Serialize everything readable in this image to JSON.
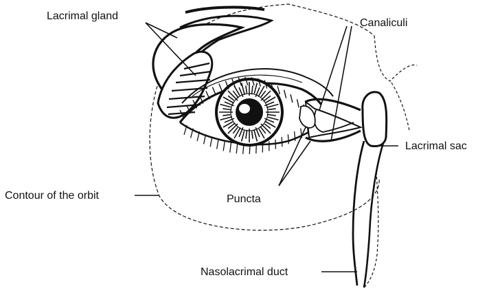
{
  "labels": {
    "lacrimal_gland": "Lacrimal gland",
    "canaliculi": "Canaliculi",
    "lacrimal_sac": "Lacrimal sac",
    "contour_of_orbit": "Contour of the orbit",
    "puncta": "Puncta",
    "nasolacrimal_duct": "Nasolacrimal duct"
  },
  "colors": {
    "ink": "#111111",
    "background": "#ffffff"
  }
}
